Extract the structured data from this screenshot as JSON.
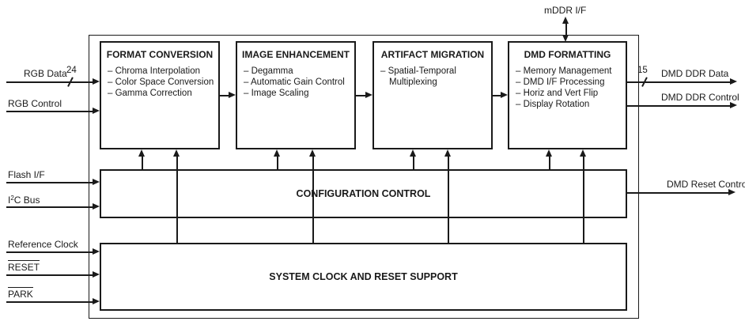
{
  "labels": {
    "mddr": "mDDR I/F"
  },
  "blocks": [
    {
      "title": "FORMAT CONVERSION",
      "items": [
        "– Chroma Interpolation",
        "– Color Space Conversion",
        "– Gamma Correction"
      ]
    },
    {
      "title": "IMAGE ENHANCEMENT",
      "items": [
        "– Degamma",
        "– Automatic Gain Control",
        "– Image Scaling"
      ]
    },
    {
      "title": "ARTIFACT MIGRATION",
      "items": [
        "– Spatial-Temporal",
        "Multiplexing"
      ]
    },
    {
      "title": "DMD FORMATTING",
      "items": [
        "– Memory Management",
        "– DMD I/F Processing",
        "– Horiz and Vert Flip",
        "– Display Rotation"
      ]
    }
  ],
  "control_blocks": [
    {
      "title": "CONFIGURATION CONTROL"
    },
    {
      "title": "SYSTEM CLOCK AND RESET SUPPORT"
    }
  ],
  "inputs": {
    "rgb_data": {
      "label": "RGB Data",
      "bus_width": "24"
    },
    "rgb_control": {
      "label": "RGB Control"
    },
    "flash_if": {
      "label": "Flash I/F"
    },
    "i2c_bus": {
      "base": "I",
      "sup": "2",
      "rest": "C Bus"
    },
    "reference_clock": {
      "label": "Reference Clock"
    },
    "reset": {
      "label": "RESET"
    },
    "park": {
      "label": "PARK"
    }
  },
  "outputs": {
    "dmd_ddr_data": {
      "label": "DMD DDR Data",
      "bus_width": "15"
    },
    "dmd_ddr_control": {
      "label": "DMD DDR Control"
    },
    "dmd_reset_control": {
      "label": "DMD Reset Control"
    }
  },
  "colors": {
    "line": "#1a1a1a",
    "background": "#ffffff"
  }
}
